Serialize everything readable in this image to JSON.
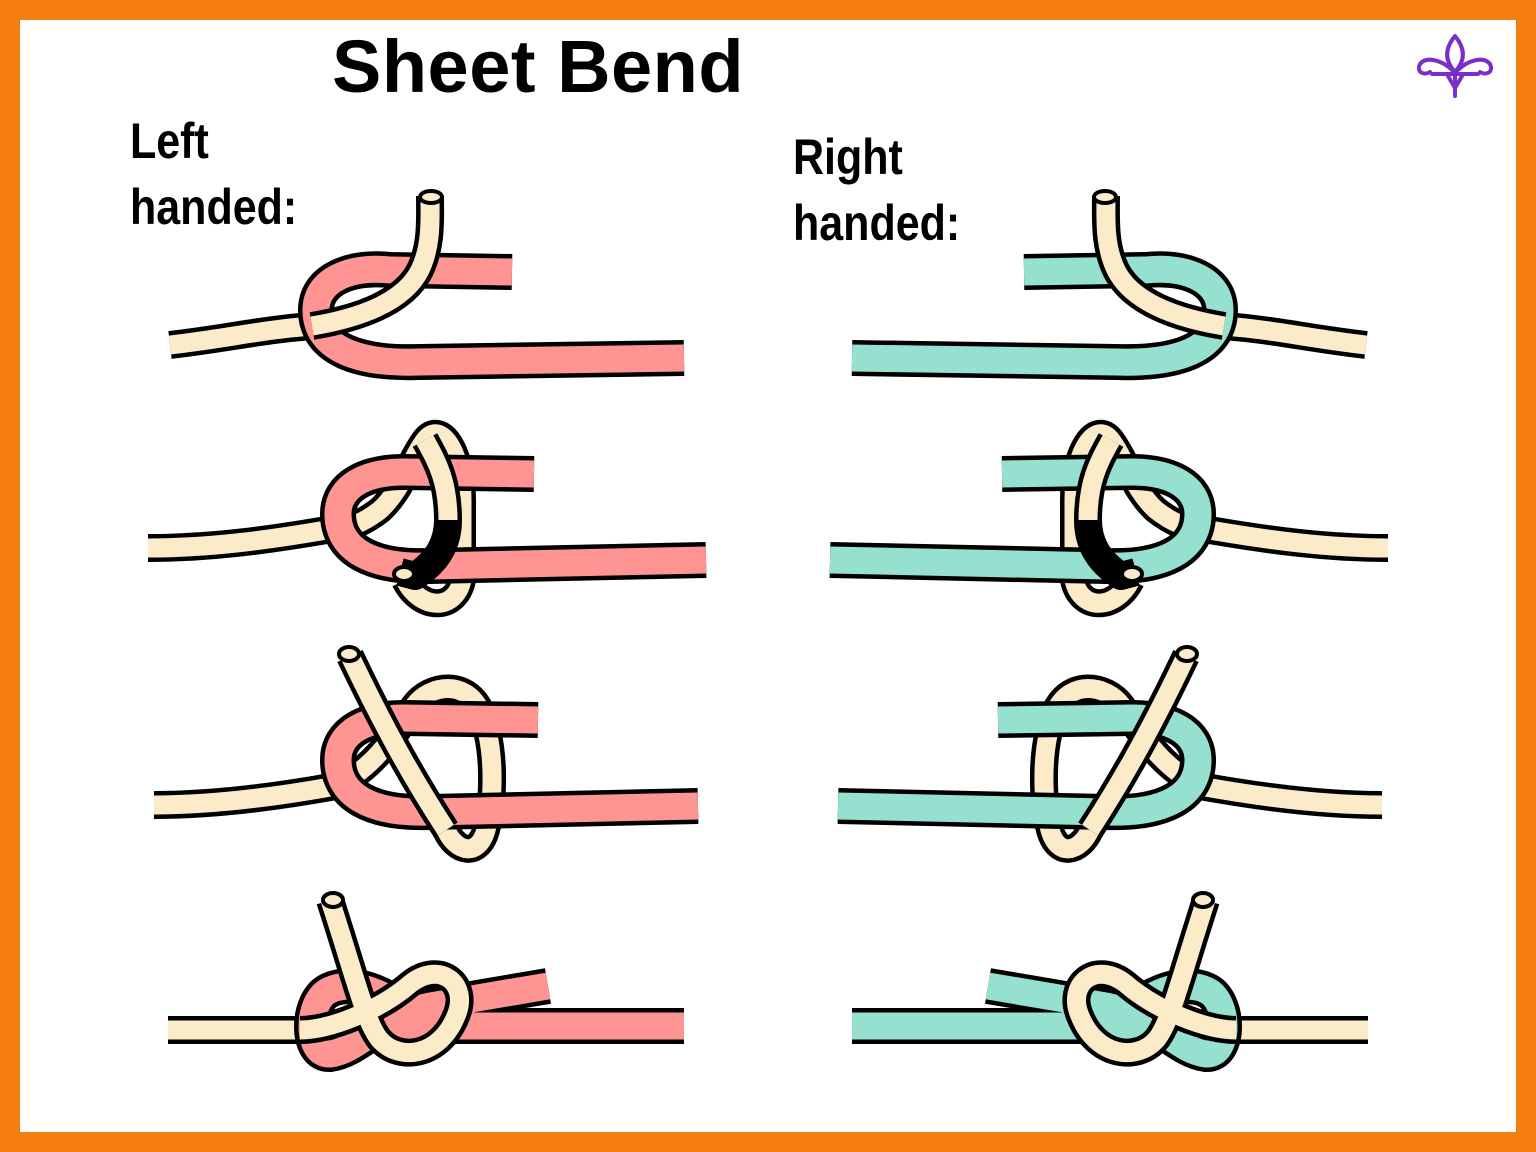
{
  "title": "Sheet Bend",
  "left_label": {
    "line1": "Left",
    "line2": "handed:"
  },
  "right_label": {
    "line1": "Right",
    "line2": "handed:"
  },
  "logo_icon": "fleur-de-lis-icon",
  "colors": {
    "frame": "#f77f0f",
    "left_rope": "#fe9593",
    "right_rope": "#95e0cf",
    "tan_rope": "#fbebc9",
    "outline": "#000000",
    "logo": "#7b2fc9"
  }
}
